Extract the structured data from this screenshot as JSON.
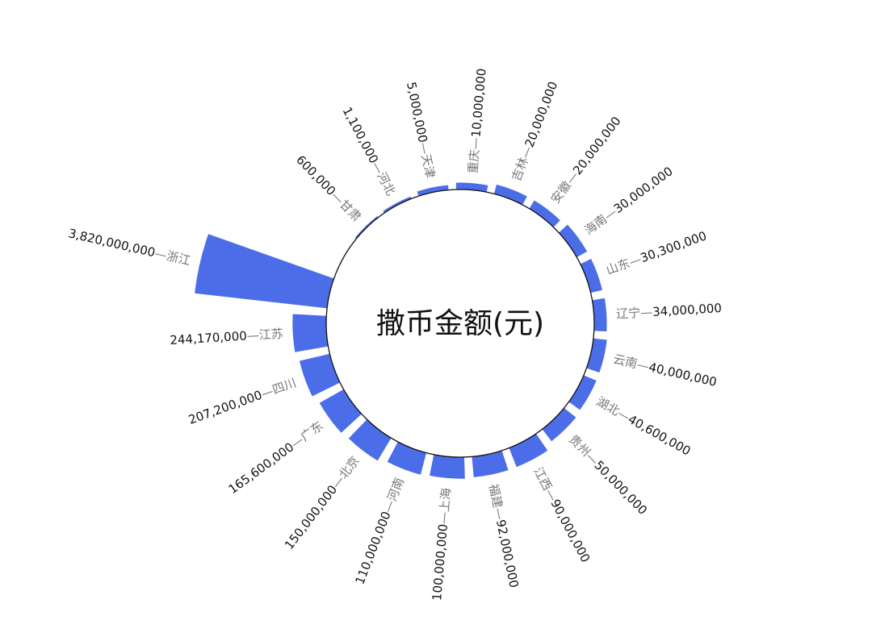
{
  "chart_data": {
    "type": "radial-bar",
    "title": "撒币金额(元)",
    "bar_color": "#4b6ee8",
    "categories": [
      "浙江",
      "江苏",
      "四川",
      "广东",
      "北京",
      "河南",
      "上海",
      "福建",
      "江西",
      "贵州",
      "湖北",
      "云南",
      "辽宁",
      "山东",
      "海南",
      "安徽",
      "吉林",
      "重庆",
      "天津",
      "河北",
      "甘肃"
    ],
    "values": [
      3820000000,
      244170000,
      207200000,
      165600000,
      150000000,
      110000000,
      100000000,
      92000000,
      90000000,
      50000000,
      40600000,
      40000000,
      34000000,
      30300000,
      30000000,
      20000000,
      20000000,
      10000000,
      5000000,
      1100000,
      600000
    ],
    "value_labels": [
      "3,820,000,000",
      "244,170,000",
      "207,200,000",
      "165,600,000",
      "150,000,000",
      "110,000,000",
      "100,000,000",
      "92,000,000",
      "90,000,000",
      "50,000,000",
      "40,600,000",
      "40,000,000",
      "34,000,000",
      "30,300,000",
      "30,000,000",
      "20,000,000",
      "20,000,000",
      "10,000,000",
      "5,000,000",
      "1,100,000",
      "600,000"
    ],
    "separator": "—"
  }
}
